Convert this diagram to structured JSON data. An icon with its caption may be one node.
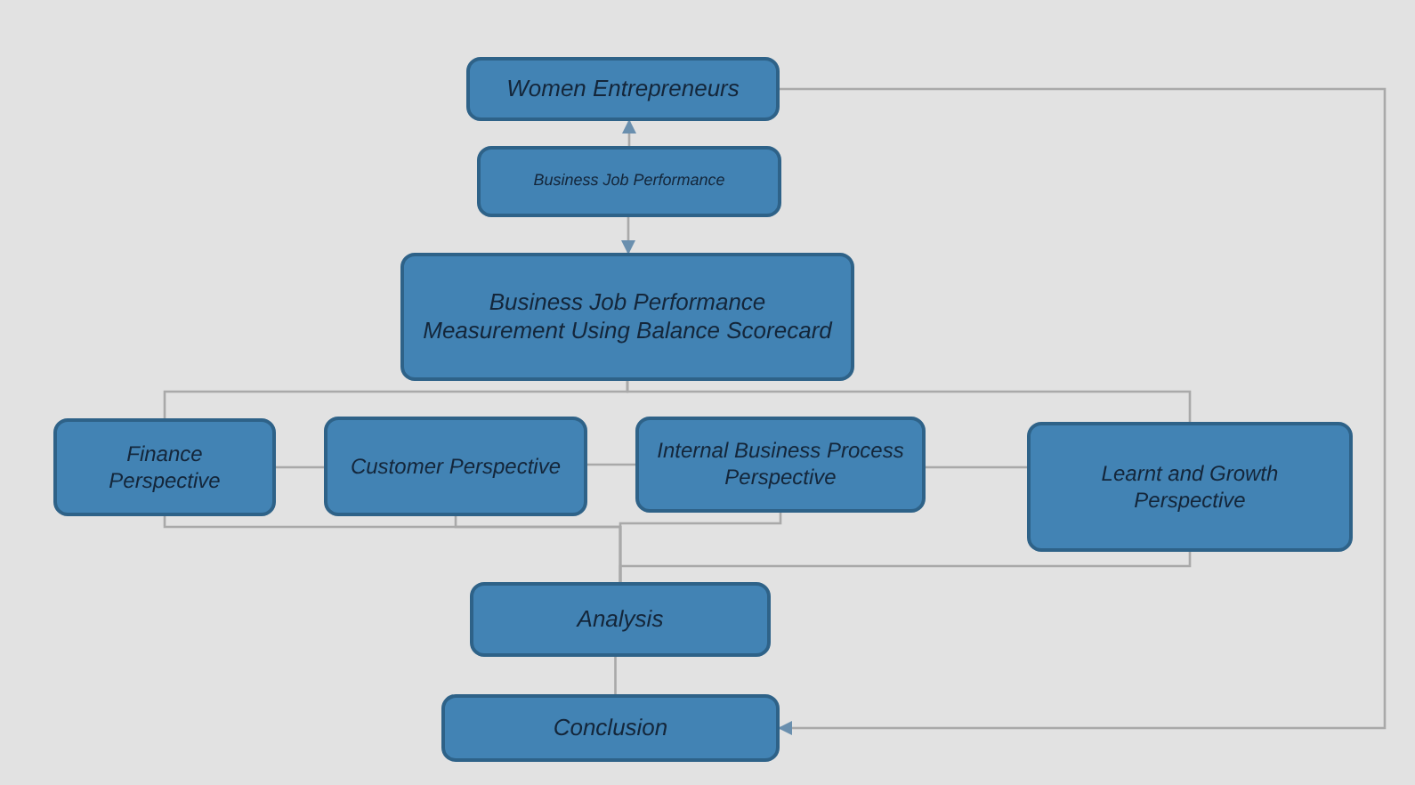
{
  "diagram": {
    "nodes": [
      {
        "text": [
          "Women Entrepreneurs"
        ]
      },
      {
        "text": [
          "Business Job Performance"
        ]
      },
      {
        "text": [
          "Business Job Performance Measurement Using Balance Scorecard"
        ]
      },
      {
        "text": [
          "Finance Perspective"
        ]
      },
      {
        "text": [
          "Customer Perspective"
        ]
      },
      {
        "text": [
          "Internal Business Process Perspective"
        ]
      },
      {
        "text": [
          "Learnt and Growth Perspective"
        ]
      },
      {
        "text": [
          "Analysis"
        ]
      },
      {
        "text": [
          "Conclusion"
        ]
      }
    ],
    "edges": [
      {
        "from": 1,
        "to": 0,
        "arrow": "to"
      },
      {
        "from": 1,
        "to": 2,
        "arrow": "to"
      },
      {
        "from": 2,
        "to": 3,
        "arrow": "none"
      },
      {
        "from": 2,
        "to": 6,
        "arrow": "none"
      },
      {
        "from": 3,
        "to": 4,
        "arrow": "none"
      },
      {
        "from": 4,
        "to": 5,
        "arrow": "none"
      },
      {
        "from": 5,
        "to": 6,
        "arrow": "none"
      },
      {
        "from": 3,
        "to": 7,
        "arrow": "none"
      },
      {
        "from": 4,
        "to": 7,
        "arrow": "none"
      },
      {
        "from": 5,
        "to": 7,
        "arrow": "none"
      },
      {
        "from": 6,
        "to": 7,
        "arrow": "none"
      },
      {
        "from": 7,
        "to": 8,
        "arrow": "none"
      },
      {
        "from": 0,
        "to": 8,
        "arrow": "to"
      }
    ]
  }
}
